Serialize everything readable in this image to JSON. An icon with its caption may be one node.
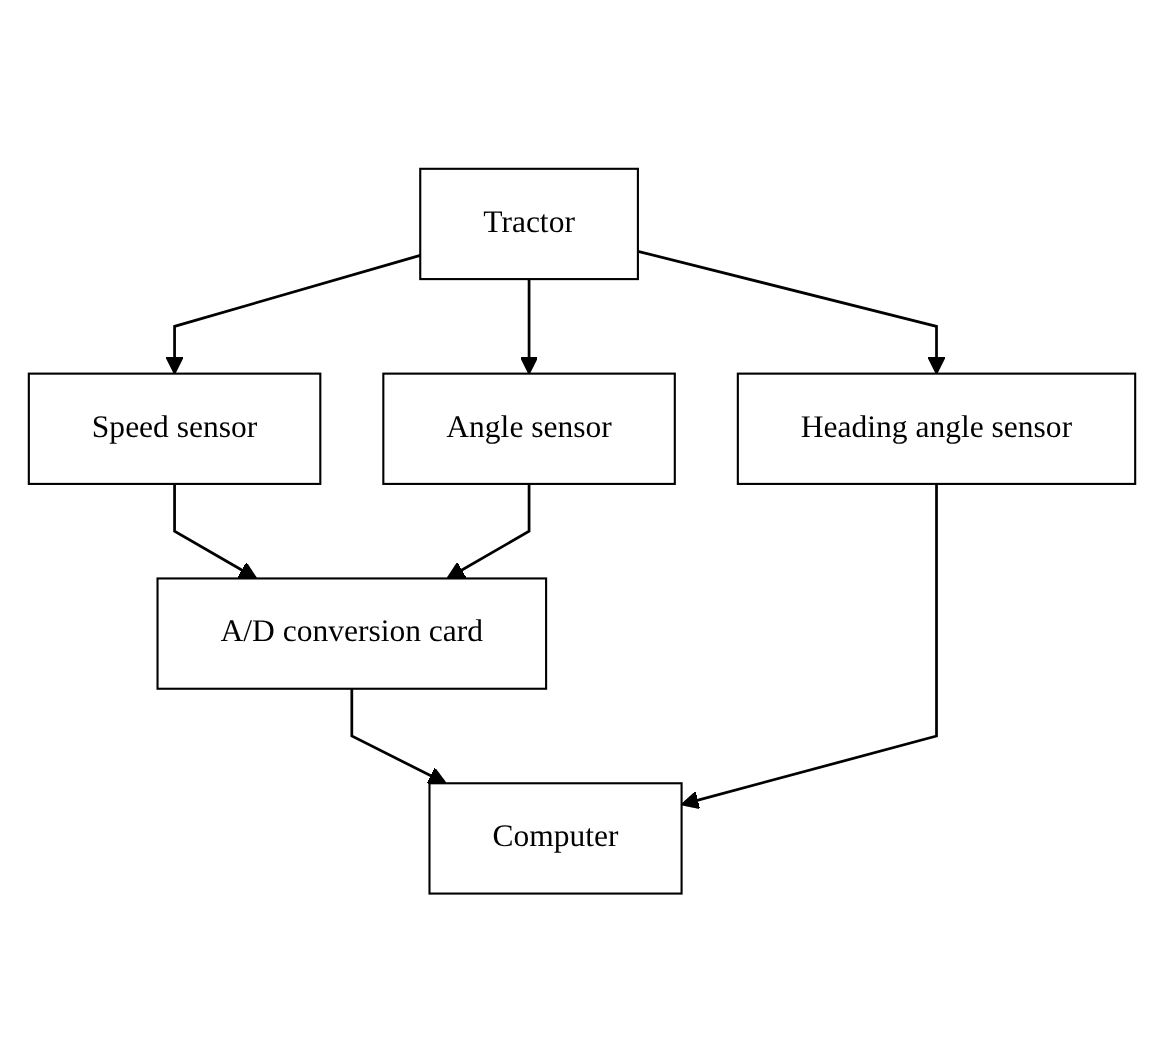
{
  "diagram": {
    "nodes": [
      {
        "text": [
          "Tractor"
        ]
      },
      {
        "text": [
          "Speed sensor"
        ]
      },
      {
        "text": [
          "Angle sensor"
        ]
      },
      {
        "text": [
          "Heading angle sensor"
        ]
      },
      {
        "text": [
          "A/D conversion card"
        ]
      },
      {
        "text": [
          "Computer"
        ]
      }
    ],
    "edges": [
      {
        "from": 0,
        "to": 1,
        "arrow": "to"
      },
      {
        "from": 0,
        "to": 2,
        "arrow": "to"
      },
      {
        "from": 0,
        "to": 3,
        "arrow": "to"
      },
      {
        "from": 1,
        "to": 4,
        "arrow": "to"
      },
      {
        "from": 2,
        "to": 4,
        "arrow": "to"
      },
      {
        "from": 4,
        "to": 5,
        "arrow": "to"
      },
      {
        "from": 3,
        "to": 5,
        "arrow": "to"
      }
    ]
  }
}
